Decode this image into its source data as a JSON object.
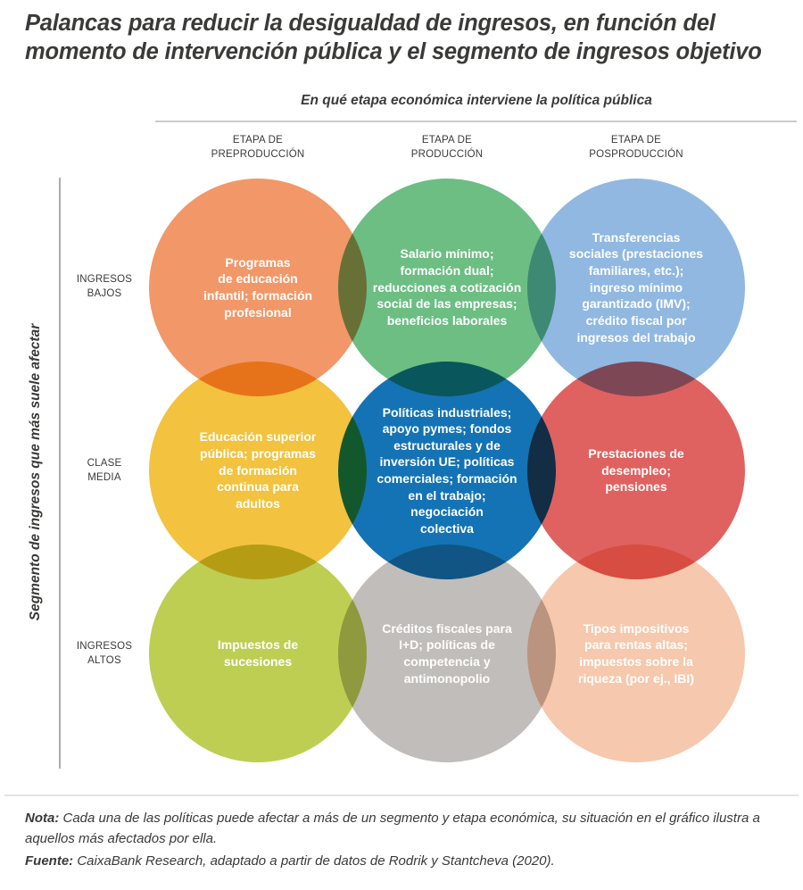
{
  "page": {
    "title": "Palancas para reducir la desigualdad de ingresos, en función del\nmomento de intervención pública y el segmento de ingresos objetivo"
  },
  "matrix": {
    "column_axis_title": "En qué etapa económica interviene la política pública",
    "row_axis_title": "Segmento de ingresos que más suele afectar",
    "columns": [
      "ETAPA DE\nPREPRODUCCIÓN",
      "ETAPA DE\nPRODUCCIÓN",
      "ETAPA DE\nPOSPRODUCCIÓN"
    ],
    "rows": [
      "INGRESOS\nBAJOS",
      "CLASE\nMEDIA",
      "INGRESOS\nALTOS"
    ],
    "cells": [
      {
        "row": "INGRESOS BAJOS",
        "column": "ETAPA DE PREPRODUCCIÓN",
        "color": "#F29768",
        "text": "Programas\nde educación\ninfantil; formación\nprofesional"
      },
      {
        "row": "INGRESOS BAJOS",
        "column": "ETAPA DE PRODUCCIÓN",
        "color": "#6CBE83",
        "text": "Salario mínimo;\nformación dual;\nreducciones a cotización\nsocial de las empresas;\nbeneficios laborales"
      },
      {
        "row": "INGRESOS BAJOS",
        "column": "ETAPA DE POSPRODUCCIÓN",
        "color": "#90B8E1",
        "text": "Transferencias\nsociales (prestaciones\nfamiliares, etc.);\ningreso mínimo\ngarantizado (IMV);\ncrédito fiscal por\ningresos del trabajo"
      },
      {
        "row": "CLASE MEDIA",
        "column": "ETAPA DE PREPRODUCCIÓN",
        "color": "#F3C23E",
        "text": "Educación superior\npública; programas\nde formación\ncontinua para\nadultos"
      },
      {
        "row": "CLASE MEDIA",
        "column": "ETAPA DE PRODUCCIÓN",
        "color": "#1473B4",
        "text": "Políticas industriales;\napoyo pymes; fondos\nestructurales y de\ninversión UE; políticas\ncomerciales; formación\nen el trabajo;\nnegociación\ncolectiva"
      },
      {
        "row": "CLASE MEDIA",
        "column": "ETAPA DE POSPRODUCCIÓN",
        "color": "#DF6260",
        "text": "Prestaciones de\ndesempleo;\npensiones"
      },
      {
        "row": "INGRESOS ALTOS",
        "column": "ETAPA DE PREPRODUCCIÓN",
        "color": "#BDCE53",
        "text": "Impuestos de\nsucesiones"
      },
      {
        "row": "INGRESOS ALTOS",
        "column": "ETAPA DE PRODUCCIÓN",
        "color": "#C1BDBA",
        "text": "Créditos fiscales para\nI+D; políticas de\ncompetencia y\nantimonopolio"
      },
      {
        "row": "INGRESOS ALTOS",
        "column": "ETAPA DE POSPRODUCCIÓN",
        "color": "#F6C8AD",
        "text": "Tipos impositivos\npara rentas altas;\nimpuestos sobre la\nriqueza (por ej., IBI)"
      }
    ]
  },
  "footer": {
    "note_label": "Nota:",
    "note_text": " Cada una de las políticas puede afectar a más de un segmento y etapa económica, su situación en el gráfico ilustra a aquellos más afectados por ella.",
    "source_label": "Fuente:",
    "source_text": " CaixaBank Research, adaptado a partir de datos de Rodrik y Stantcheva (2020)."
  }
}
